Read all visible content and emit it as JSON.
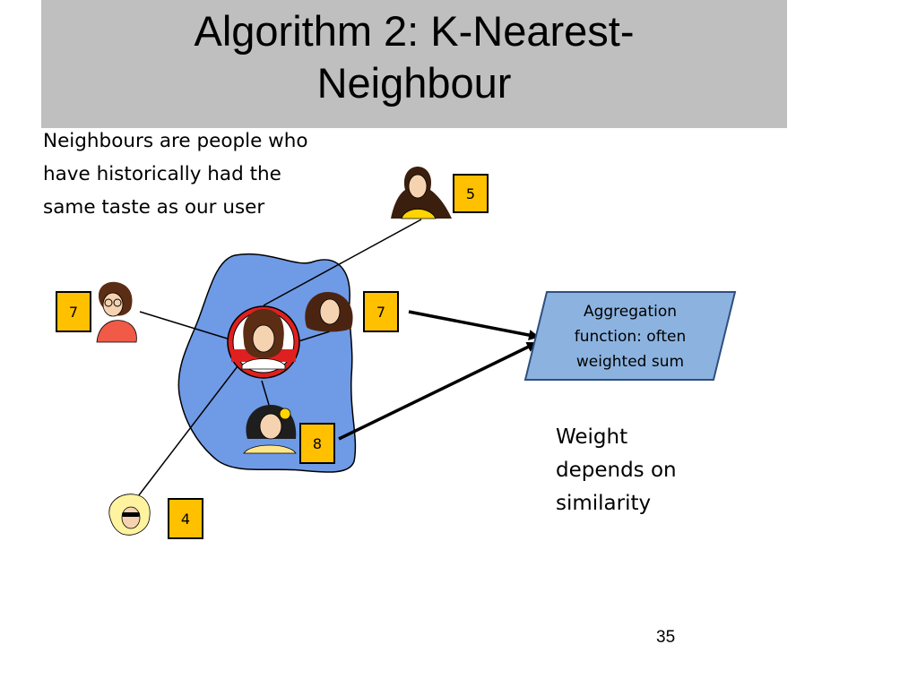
{
  "slide": {
    "title": "Algorithm 2: K-Nearest-\nNeighbour",
    "description": "Neighbours are people who\nhave historically had  the\nsame taste as our user",
    "aggregation_label": "Aggregation\nfunction: often\nweighted sum",
    "weight_note": "Weight\ndepends on\nsimilarity",
    "page_number": "35"
  },
  "neighbours": [
    {
      "id": "top-right",
      "score": "5"
    },
    {
      "id": "left",
      "score": "7"
    },
    {
      "id": "inner-right",
      "score": "7"
    },
    {
      "id": "inner-bottom",
      "score": "8"
    },
    {
      "id": "bottom-left",
      "score": "4"
    }
  ],
  "colors": {
    "title_band": "#bfbfbf",
    "neighbourhood_blob": "#6f9ae6",
    "aggregation_box": "#8cb3e0",
    "score_box": "#ffc000",
    "user_ring": "#e02020"
  }
}
